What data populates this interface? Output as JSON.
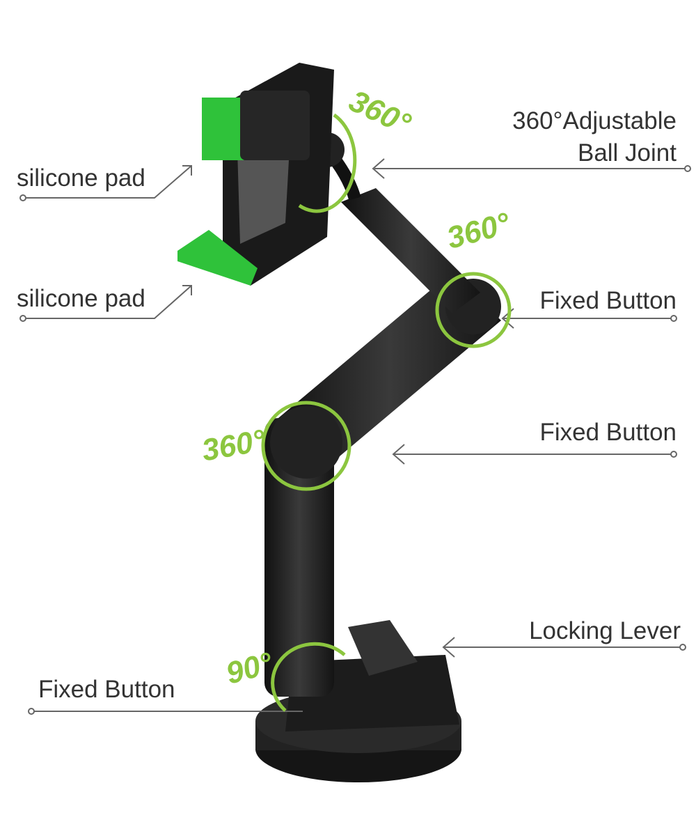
{
  "labels": {
    "silicone_pad_top": "silicone pad",
    "silicone_pad_bottom": "silicone pad",
    "ball_joint_line1": "360°Adjustable",
    "ball_joint_line2": "Ball Joint",
    "fixed_button_upper": "Fixed Button",
    "fixed_button_middle": "Fixed Button",
    "fixed_button_lower": "Fixed Button",
    "locking_lever": "Locking Lever"
  },
  "rotation": {
    "ball_joint": "360°",
    "upper_joint": "360°",
    "middle_joint": "360°",
    "base_joint": "90°"
  },
  "colors": {
    "accent": "#8cc63f",
    "pad": "#2fc23a",
    "body": "#1e1e1e",
    "line": "#666666"
  }
}
